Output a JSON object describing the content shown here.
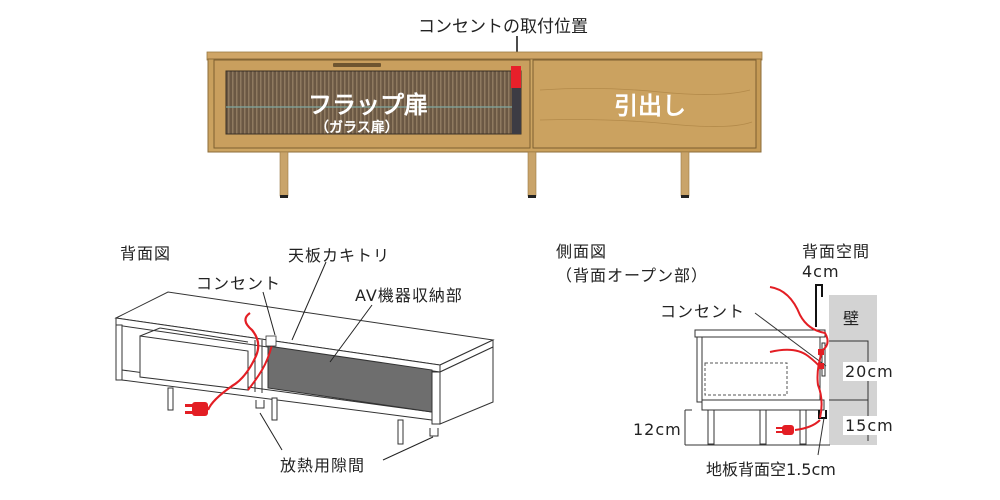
{
  "top_view": {
    "outlet_position_label": "コンセントの取付位置",
    "flap_door_label": "フラップ扉",
    "flap_door_sub_label": "（ガラス扉）",
    "drawer_label": "引出し",
    "colors": {
      "wood": "#c9a15e",
      "wood_dark": "#a9823f",
      "glass": "#5b4a39",
      "outlet": "#e8202a"
    }
  },
  "back_view": {
    "title": "背面図",
    "top_notch_label": "天板カキトリ",
    "outlet_label": "コンセント",
    "av_storage_label": "AV機器収納部",
    "vent_gap_label": "放熱用隙間"
  },
  "side_view": {
    "title": "側面図",
    "subtitle": "（背面オープン部）",
    "back_space_label": "背面空間",
    "back_space_value": "4cm",
    "outlet_label": "コンセント",
    "wall_label": "壁",
    "dim_20": "20cm",
    "dim_15": "15cm",
    "dim_12": "12cm",
    "floor_gap_label": "地板背面空",
    "floor_gap_value": "1.5cm",
    "colors": {
      "wall": "#d3d3d3",
      "cable": "#e31e24"
    }
  }
}
